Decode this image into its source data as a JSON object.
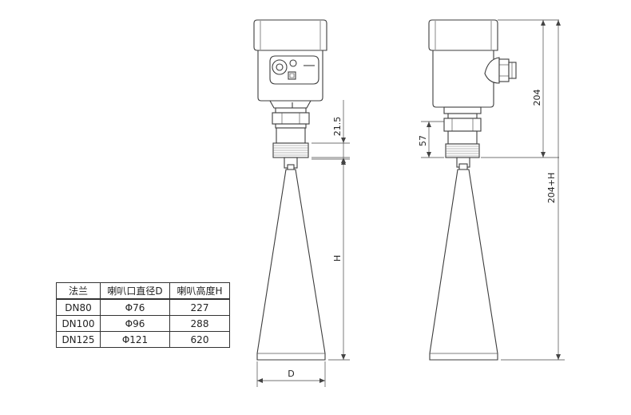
{
  "dimensions": {
    "thread_height": "21.5",
    "cone_height": "H",
    "horn_diameter": "D",
    "housing_height": "204",
    "side_thread_height": "57",
    "total_height": "204+H"
  },
  "spec_table": {
    "headers": [
      "法兰",
      "喇叭口直径D",
      "喇叭高度H"
    ],
    "rows": [
      [
        "DN80",
        "Φ76",
        "227"
      ],
      [
        "DN100",
        "Φ96",
        "288"
      ],
      [
        "DN125",
        "Φ121",
        "620"
      ]
    ]
  }
}
